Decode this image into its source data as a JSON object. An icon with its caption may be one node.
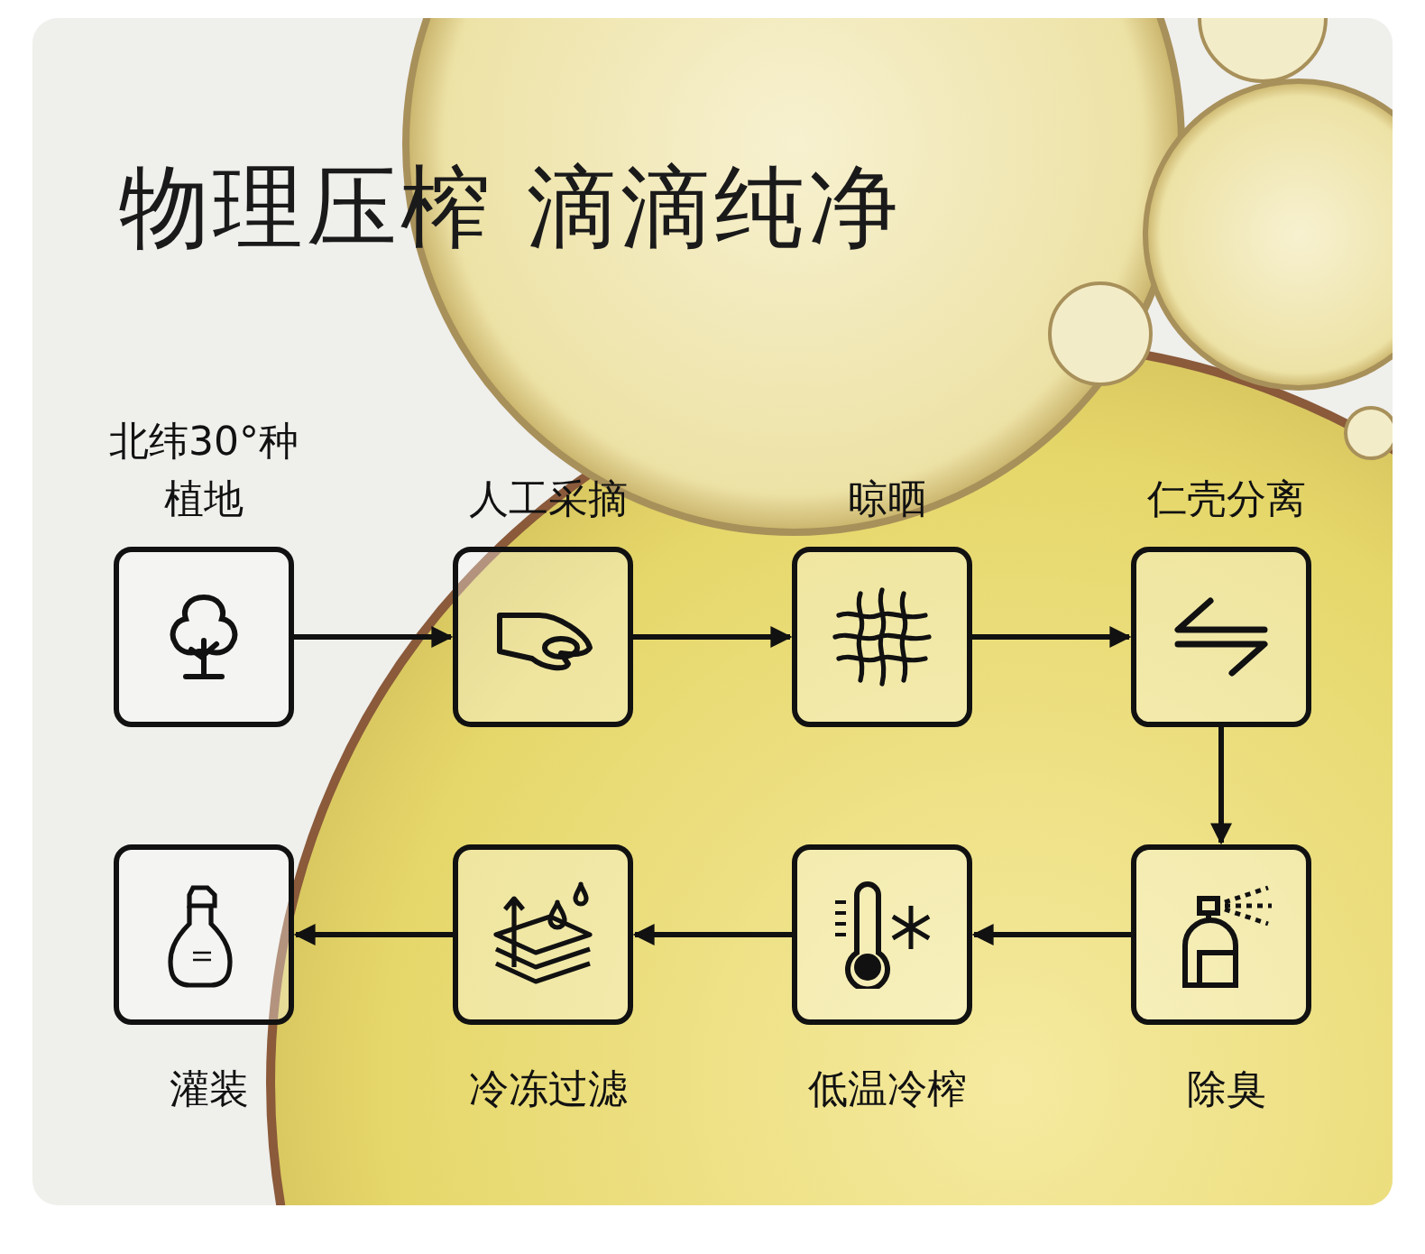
{
  "diagram": {
    "title": "物理压榨 滴滴纯净",
    "nodes": [
      {
        "text": [
          "北纬30°种植地"
        ]
      },
      {
        "text": [
          "人工采摘"
        ]
      },
      {
        "text": [
          "晾晒"
        ]
      },
      {
        "text": [
          "仁壳分离"
        ]
      },
      {
        "text": [
          "除臭"
        ]
      },
      {
        "text": [
          "低温冷榨"
        ]
      },
      {
        "text": [
          "冷冻过滤"
        ]
      },
      {
        "text": [
          "灌装"
        ]
      }
    ],
    "edges": [
      {
        "from": 0,
        "to": 1,
        "arrow": "to"
      },
      {
        "from": 1,
        "to": 2,
        "arrow": "to"
      },
      {
        "from": 2,
        "to": 3,
        "arrow": "to"
      },
      {
        "from": 3,
        "to": 4,
        "arrow": "to"
      },
      {
        "from": 4,
        "to": 5,
        "arrow": "to"
      },
      {
        "from": 5,
        "to": 6,
        "arrow": "to"
      },
      {
        "from": 6,
        "to": 7,
        "arrow": "to"
      }
    ]
  }
}
